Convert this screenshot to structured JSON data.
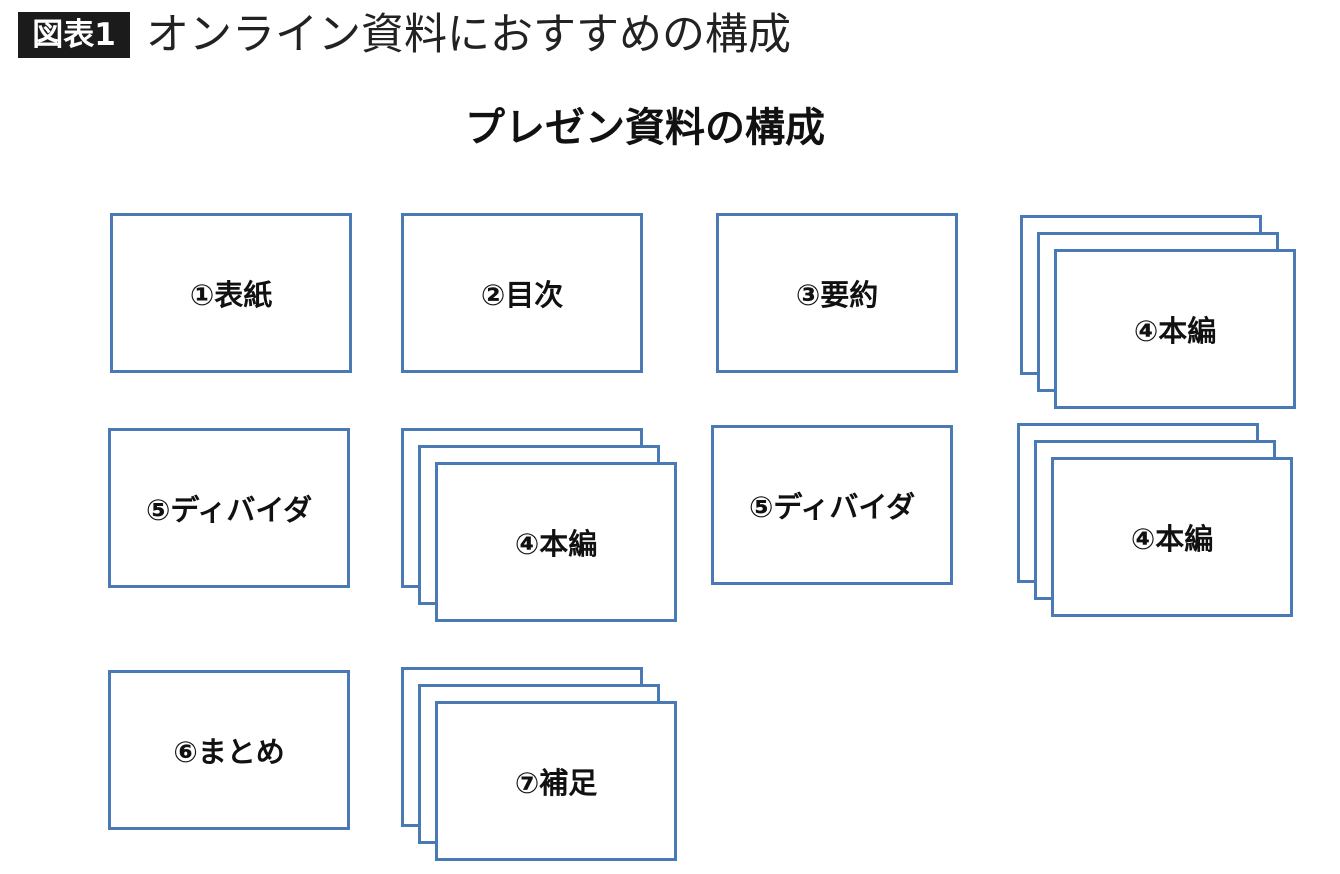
{
  "figure": {
    "badge": "図表1",
    "title": "オンライン資料におすすめの構成"
  },
  "diagram": {
    "title": "プレゼン資料の構成",
    "border_color": "#4a7ab5",
    "slides": [
      {
        "label": "①表紙",
        "stacked": false
      },
      {
        "label": "②目次",
        "stacked": false
      },
      {
        "label": "③要約",
        "stacked": false
      },
      {
        "label": "④本編",
        "stacked": true
      },
      {
        "label": "⑤ディバイダ",
        "stacked": false
      },
      {
        "label": "④本編",
        "stacked": true
      },
      {
        "label": "⑤ディバイダ",
        "stacked": false
      },
      {
        "label": "④本編",
        "stacked": true
      },
      {
        "label": "⑥まとめ",
        "stacked": false
      },
      {
        "label": "⑦補足",
        "stacked": true
      }
    ]
  }
}
